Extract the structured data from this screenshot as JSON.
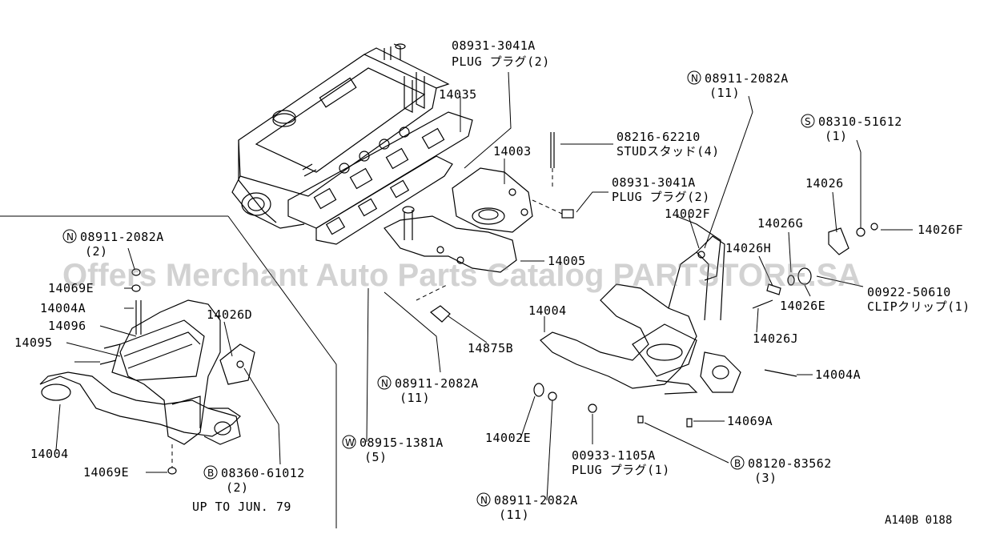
{
  "diagram": {
    "code": "A140B 0188",
    "watermark": "Offers Merchant Auto Parts Catalog PARTSTORE.SA",
    "note": "UP TO JUN. 79",
    "callouts": {
      "plug_top": {
        "num": "08931-3041A",
        "desc": "PLUG プラグ(2)"
      },
      "p14035": {
        "num": "14035"
      },
      "p14003": {
        "num": "14003"
      },
      "stud": {
        "num": "08216-62210",
        "desc": "STUDスタッド(4)"
      },
      "plug_mid": {
        "num": "08931-3041A",
        "desc": "PLUG プラグ(2)"
      },
      "nut_top": {
        "prefix": "N",
        "num": "08911-2082A",
        "qty": "(11)"
      },
      "screw_s": {
        "prefix": "S",
        "num": "08310-51612",
        "qty": "(1)"
      },
      "p14026": {
        "num": "14026"
      },
      "p14026F": {
        "num": "14026F"
      },
      "p14002F": {
        "num": "14002F"
      },
      "p14026G": {
        "num": "14026G"
      },
      "p14026H": {
        "num": "14026H"
      },
      "clip": {
        "num": "00922-50610",
        "desc": "CLIPクリップ(1)"
      },
      "p14026E": {
        "num": "14026E"
      },
      "p14026J": {
        "num": "14026J"
      },
      "p14005": {
        "num": "14005"
      },
      "p14004_main": {
        "num": "14004"
      },
      "p14875B": {
        "num": "14875B"
      },
      "nut_center": {
        "prefix": "N",
        "num": "08911-2082A",
        "qty": "(11)"
      },
      "p14004A_r": {
        "num": "14004A"
      },
      "p14069A": {
        "num": "14069A"
      },
      "washer": {
        "prefix": "W",
        "num": "08915-1381A",
        "qty": "(5)"
      },
      "p14002E": {
        "num": "14002E"
      },
      "plug_low": {
        "num": "00933-1105A",
        "desc": "PLUG プラグ(1)"
      },
      "bolt_b_r": {
        "prefix": "B",
        "num": "08120-83562",
        "qty": "(3)"
      },
      "nut_bottom": {
        "prefix": "N",
        "num": "08911-2082A",
        "qty": "(11)"
      },
      "nut_left": {
        "prefix": "N",
        "num": "08911-2082A",
        "qty": "(2)"
      },
      "p14069E_top": {
        "num": "14069E"
      },
      "p14004A_l": {
        "num": "14004A"
      },
      "p14096": {
        "num": "14096"
      },
      "p14095": {
        "num": "14095"
      },
      "p14026D": {
        "num": "14026D"
      },
      "p14004_left": {
        "num": "14004"
      },
      "p14069E_bot": {
        "num": "14069E"
      },
      "bolt_b_l": {
        "prefix": "B",
        "num": "08360-61012",
        "qty": "(2)"
      }
    }
  }
}
